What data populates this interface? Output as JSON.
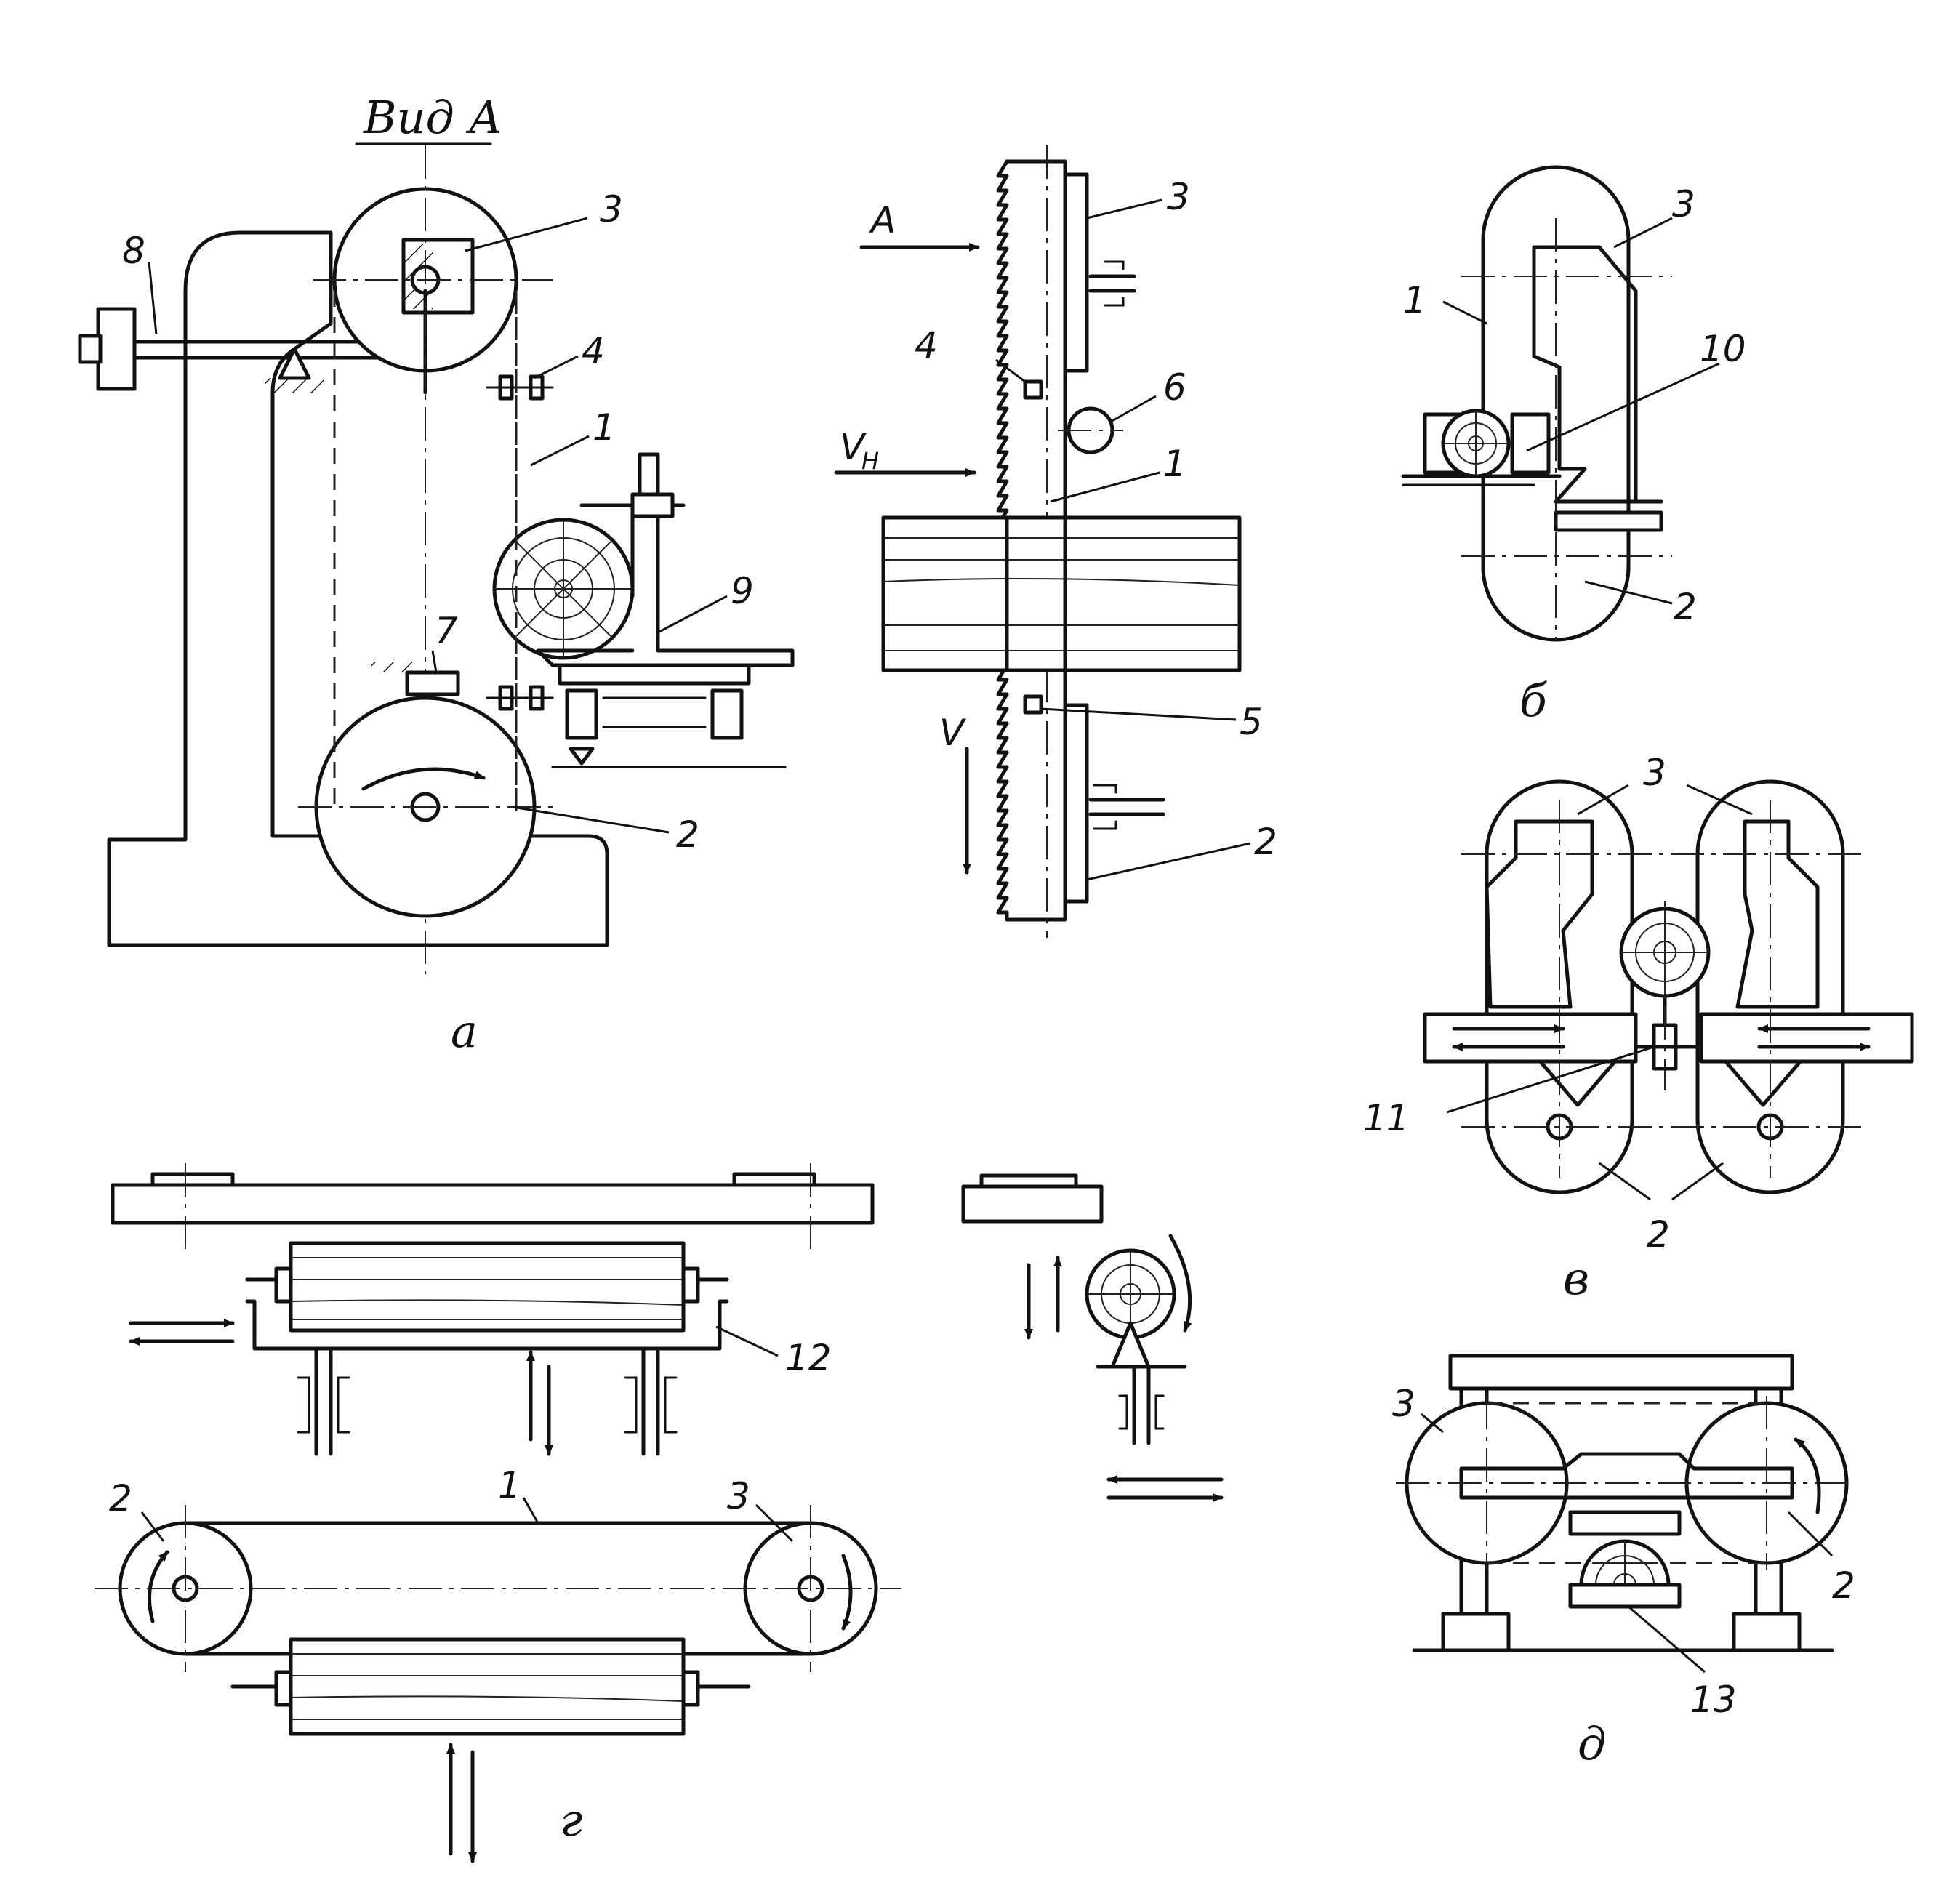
{
  "view_title": "Вид А",
  "panel_labels": {
    "a": "а",
    "b": "б",
    "v": "в",
    "g": "г",
    "d": "д"
  },
  "callouts": {
    "saw_blade": "1",
    "lower_pulley": "2",
    "upper_pulley": "3",
    "upper_guide": "4",
    "lower_guide": "5",
    "roller": "6",
    "cleaner": "7",
    "tension_shaft": "8",
    "carriage": "9",
    "clamp": "10",
    "feed_carriage": "11",
    "table": "12",
    "roller_13": "13"
  },
  "motion_labels": {
    "view_direction": "А",
    "feed_speed": "V",
    "feed_speed_sub": "Н",
    "cutting_speed": "V"
  }
}
